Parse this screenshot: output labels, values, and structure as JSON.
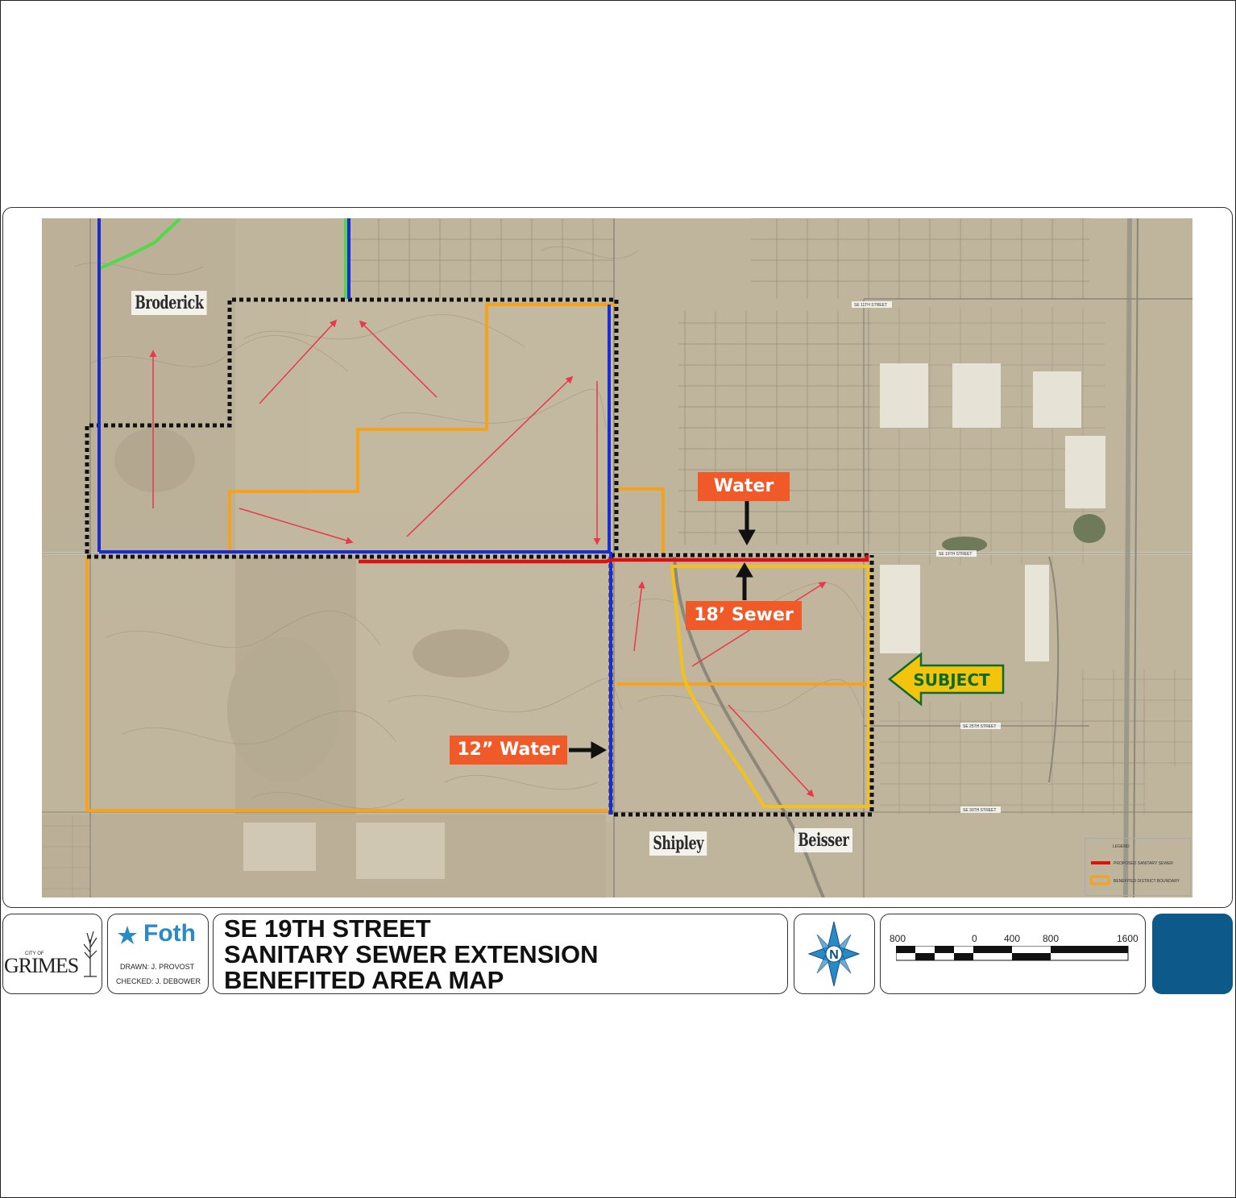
{
  "map": {
    "places": [
      "Broderick",
      "Shipley",
      "Beisser"
    ],
    "callouts": {
      "water": "Water",
      "sewer": "18’ Sewer",
      "water12": "12” Water",
      "subject": "SUBJECT"
    },
    "legend": {
      "title": "LEGEND",
      "items": [
        "PROPOSED SANITARY SEWER",
        "BENEFITED DISTRICT BOUNDARY"
      ]
    },
    "street_labels": [
      "SE 11TH STREET",
      "SE 19TH STREET",
      "SE 25TH STREET",
      "SE 30TH STREET"
    ],
    "colors": {
      "water_line": "#1a2bd8",
      "sewer_line": "#e01010",
      "benefited_boundary": "#f6a21c",
      "subject_boundary": "#f2c21a",
      "existing_line": "#52d84a",
      "flow_arrow": "#e8384a",
      "callout_bg": "#f05a28",
      "subject_arrow": "#f2c40e",
      "subject_outline": "#0f6a2a",
      "tb_accent": "#0d5a8a"
    }
  },
  "titleblock": {
    "city_small": "CITY OF",
    "city": "GRIMES",
    "firm": "Foth",
    "drawn": "DRAWN: J. PROVOST",
    "checked": "CHECKED: J. DEBOWER",
    "title_lines": [
      "SE 19TH STREET",
      "SANITARY SEWER EXTENSION",
      "BENEFITED AREA MAP"
    ],
    "north": "N",
    "scale_labels": [
      "800",
      "0",
      "400",
      "800",
      "1600"
    ]
  }
}
